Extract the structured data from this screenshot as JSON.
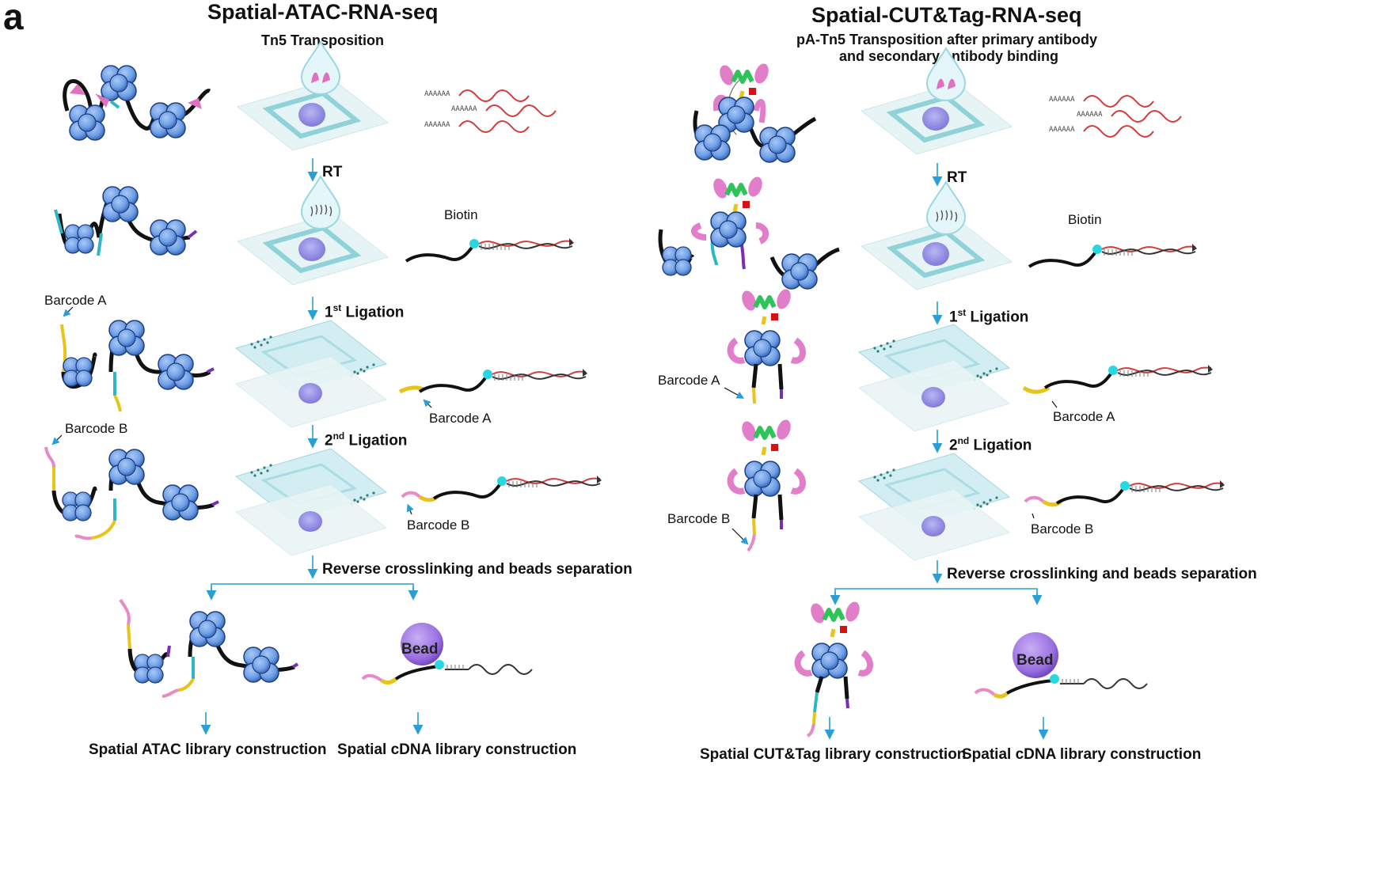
{
  "panel_letter": "a",
  "left": {
    "title": "Spatial-ATAC-RNA-seq",
    "subtitle": "Tn5 Transposition",
    "steps": {
      "rt": "RT",
      "lig1_num": "1",
      "lig1_sup": "st",
      "lig1_text": "Ligation",
      "lig2_num": "2",
      "lig2_sup": "nd",
      "lig2_text": "Ligation",
      "reverse": "Reverse crosslinking and beads separation"
    },
    "labels": {
      "biotin": "Biotin",
      "barcode_a_chrom": "Barcode A",
      "barcode_b_chrom": "Barcode B",
      "barcode_a_rna": "Barcode A",
      "barcode_b_rna": "Barcode B",
      "bead": "Bead",
      "polyA": "AAAAAA"
    },
    "libraries": [
      "Spatial ATAC library construction",
      "Spatial cDNA library construction"
    ]
  },
  "right": {
    "title": "Spatial-CUT&Tag-RNA-seq",
    "subtitle_line1": "pA-Tn5 Transposition after primary antibody",
    "subtitle_line2": "and secondary antibody binding",
    "steps": {
      "rt": "RT",
      "lig1_num": "1",
      "lig1_sup": "st",
      "lig1_text": "Ligation",
      "lig2_num": "2",
      "lig2_sup": "nd",
      "lig2_text": "Ligation",
      "reverse": "Reverse crosslinking and beads separation"
    },
    "labels": {
      "biotin": "Biotin",
      "barcode_a_chrom": "Barcode A",
      "barcode_b_chrom": "Barcode B",
      "barcode_a_rna": "Barcode A",
      "barcode_b_rna": "Barcode B",
      "bead": "Bead",
      "polyA": "AAAAAA"
    },
    "libraries": [
      "Spatial CUT&Tag library construction",
      "Spatial cDNA library construction"
    ]
  },
  "colors": {
    "arrow": "#2a9fd6",
    "nucleosome": "#6f9fe6",
    "nucleosome_dark": "#3c6fc0",
    "dna": "#111111",
    "barcode_a": "#e8c41a",
    "barcode_b": "#e88ac8",
    "adapter_cyan": "#2fb6c4",
    "adapter_purple": "#7a2fb0",
    "rna": "#d23c3c",
    "biotin": "#28d8e0",
    "bead": "#9a6fe0",
    "slide": "#d8eef0",
    "slide_edge": "#9fd6dc",
    "tissue": "#8c88e0",
    "tn5": "#e070c0",
    "antibody_pink": "#e27ec9",
    "antibody_green": "#2fc45a",
    "antibody_red": "#d41414"
  }
}
